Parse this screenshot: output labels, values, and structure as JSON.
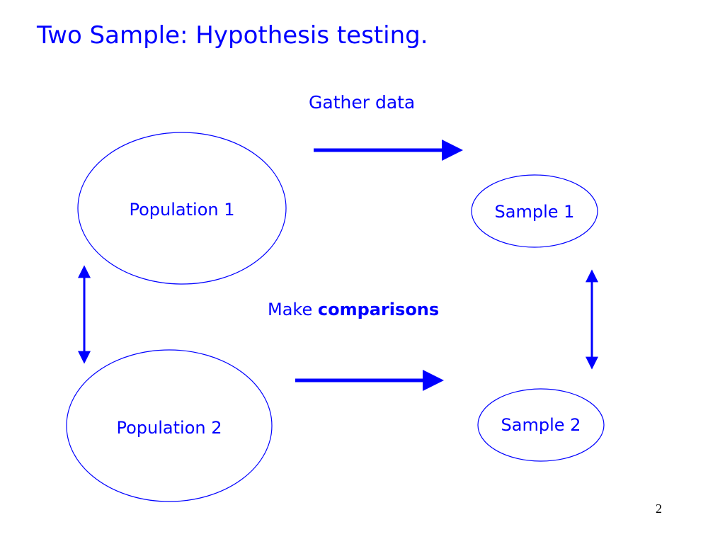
{
  "slide": {
    "title": "Two Sample:  Hypothesis testing.",
    "page_number": "2"
  },
  "diagram": {
    "gather_label": "Gather data",
    "compare_prefix": "Make",
    "compare_emphasis": "comparisons",
    "population_1": "Population 1",
    "population_2": "Population 2",
    "sample_1": "Sample 1",
    "sample_2": "Sample 2"
  },
  "colors": {
    "text": "#0000ff",
    "outline": "#0000ff",
    "arrow": "#0000ff",
    "page_number": "#000000",
    "background": "#ffffff"
  }
}
